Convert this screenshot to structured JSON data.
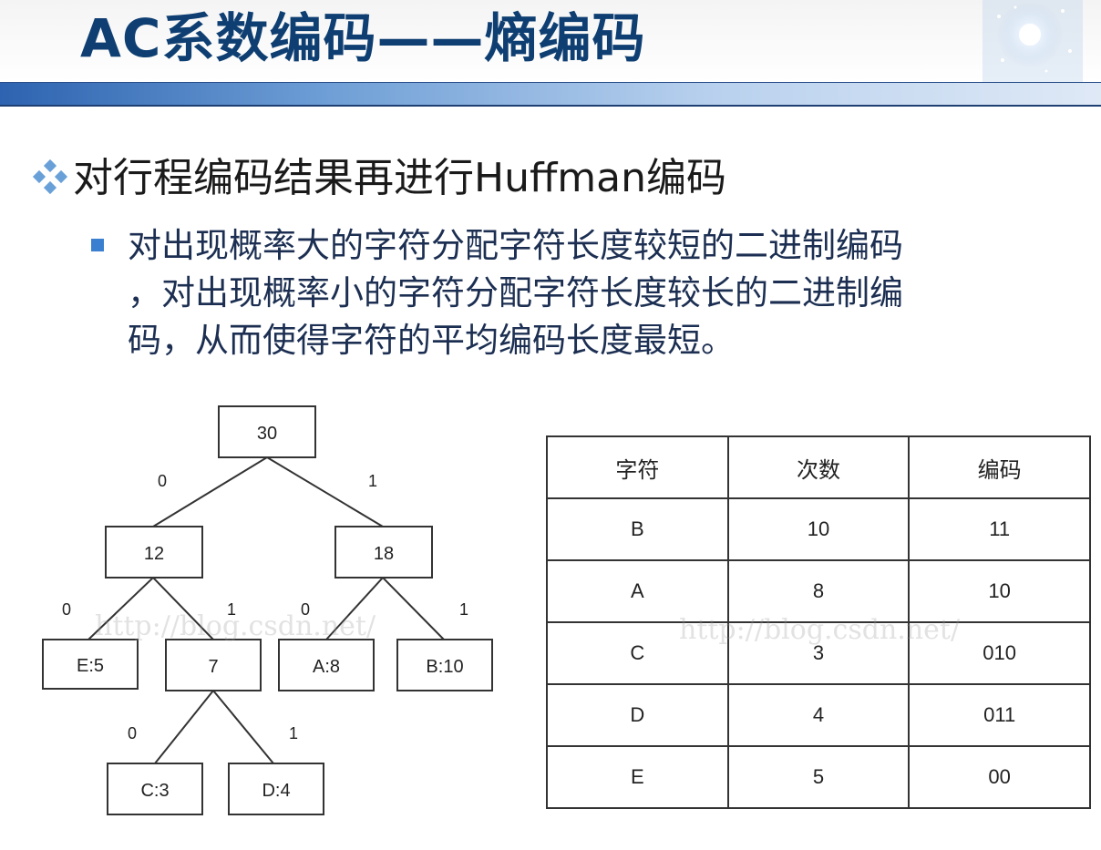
{
  "slide": {
    "title": "AC系数编码——熵编码",
    "bullet1": "对行程编码结果再进行Huffman编码",
    "bullet2_lines": [
      "对出现概率大的字符分配字符长度较短的二进制编码",
      "，对出现概率小的字符分配字符长度较长的二进制编",
      "码，从而使得字符的平均编码长度最短。"
    ]
  },
  "tree": {
    "nodes": {
      "root": "30",
      "left": "12",
      "right": "18",
      "e": "E:5",
      "seven": "7",
      "a": "A:8",
      "b": "B:10",
      "c": "C:3",
      "d": "D:4"
    },
    "edges": {
      "root_left": "0",
      "root_right": "1",
      "left_e": "0",
      "left_seven": "1",
      "right_a": "0",
      "right_b": "1",
      "seven_c": "0",
      "seven_d": "1"
    }
  },
  "table": {
    "headers": [
      "字符",
      "次数",
      "编码"
    ],
    "rows": [
      [
        "B",
        "10",
        "11"
      ],
      [
        "A",
        "8",
        "10"
      ],
      [
        "C",
        "3",
        "010"
      ],
      [
        "D",
        "4",
        "011"
      ],
      [
        "E",
        "5",
        "00"
      ]
    ]
  },
  "watermarks": [
    "http://blog.csdn.net/",
    "http://blog.csdn.net/"
  ]
}
